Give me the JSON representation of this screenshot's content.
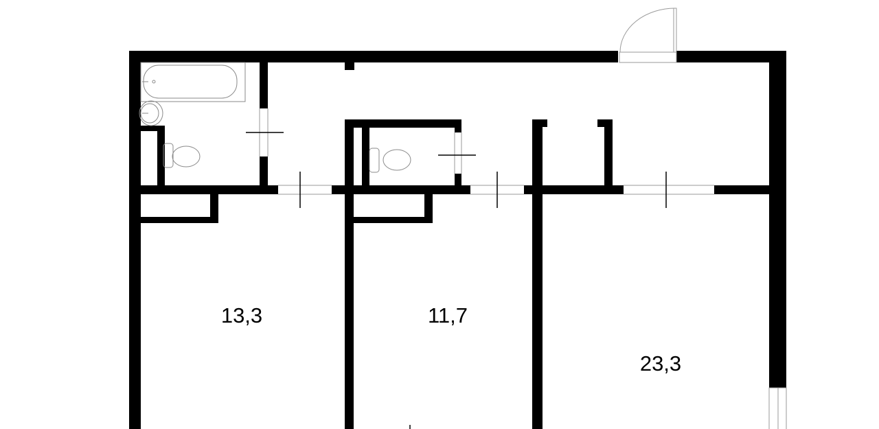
{
  "plan": {
    "wall_color": "#000000",
    "fixture_color": "#8a8a8a",
    "rooms": [
      {
        "id": "room-1",
        "area_label": "13,3"
      },
      {
        "id": "room-2",
        "area_label": "11,7"
      },
      {
        "id": "room-3",
        "area_label": "23,3"
      }
    ]
  }
}
